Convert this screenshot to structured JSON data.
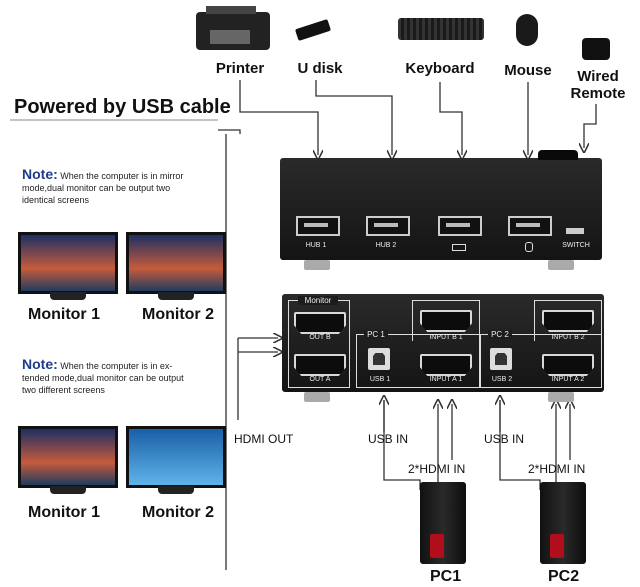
{
  "devices": {
    "printer": "Printer",
    "udisk": "U disk",
    "keyboard": "Keyboard",
    "mouse": "Mouse",
    "wired_remote_1": "Wired",
    "wired_remote_2": "Remote"
  },
  "title": "Powered by USB cable",
  "note_mirror": {
    "label": "Note:",
    "line1": "When the computer is in mirror",
    "line2": "mode,dual monitor can be output two",
    "line3": "identical screens"
  },
  "note_extended": {
    "label": "Note:",
    "line1": "When the computer is in ex-",
    "line2": "tended mode,dual monitor can be output",
    "line3": "two different screens"
  },
  "monitors": {
    "m1": "Monitor 1",
    "m2": "Monitor 2",
    "m3": "Monitor 1",
    "m4": "Monitor 2"
  },
  "top_panel": {
    "hub1": "HUB 1",
    "hub2": "HUB 2",
    "keyboard_icon": "keyboard-icon",
    "mouse_icon": "mouse-icon",
    "switch": "SWITCH"
  },
  "bottom_panel": {
    "monitor": "Monitor",
    "out_b": "OUT B",
    "out_a": "OUT A",
    "pc1": "PC 1",
    "usb1": "USB 1",
    "input_b1": "INPUT B 1",
    "input_a1": "INPUT A 1",
    "pc2": "PC 2",
    "usb2": "USB 2",
    "input_b2": "INPUT B 2",
    "input_a2": "INPUT A 2"
  },
  "connections": {
    "hdmi_out": "HDMI OUT",
    "usb_in_1": "USB IN",
    "hdmi_in_1": "2*HDMI IN",
    "usb_in_2": "USB IN",
    "hdmi_in_2": "2*HDMI IN"
  },
  "pcs": {
    "pc1": "PC1",
    "pc2": "PC2"
  },
  "colors": {
    "note_blue": "#1f3c8a",
    "panel": "#1c1c1c",
    "accent_red": "#b20d1a"
  }
}
